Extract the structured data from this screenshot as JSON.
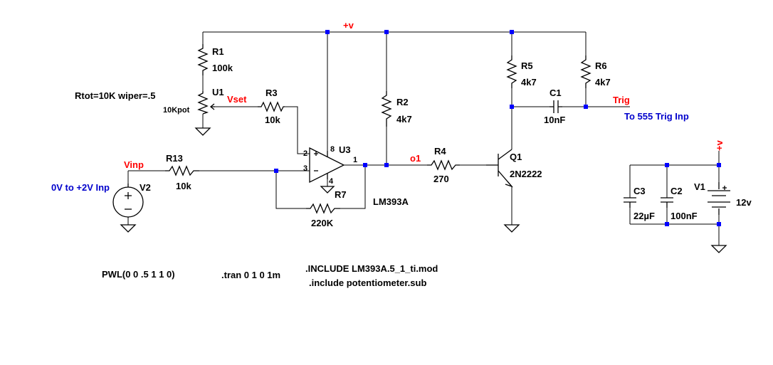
{
  "nets": {
    "vplus_top": "+v",
    "vplus_right": "+v",
    "vset": "Vset",
    "vinp": "Vinp",
    "o1": "o1",
    "trig": "Trig"
  },
  "comments": {
    "input_range": "0V to +2V Inp",
    "trig_dest": "To 555 Trig Inp"
  },
  "components": {
    "R1": {
      "ref": "R1",
      "value": "100k"
    },
    "U1": {
      "ref": "U1",
      "value": "10Kpot",
      "param": "Rtot=10K wiper=.5"
    },
    "R3": {
      "ref": "R3",
      "value": "10k"
    },
    "R2": {
      "ref": "R2",
      "value": "4k7"
    },
    "R5": {
      "ref": "R5",
      "value": "4k7"
    },
    "R6": {
      "ref": "R6",
      "value": "4k7"
    },
    "C1": {
      "ref": "C1",
      "value": "10nF"
    },
    "R4": {
      "ref": "R4",
      "value": "270"
    },
    "Q1": {
      "ref": "Q1",
      "value": "2N2222"
    },
    "U3": {
      "ref": "U3",
      "value": "LM393A",
      "pins": {
        "p2": "2",
        "p3": "3",
        "p8": "8",
        "p4": "4",
        "p1": "1"
      }
    },
    "R7": {
      "ref": "R7"
    },
    "R13": {
      "ref": "R13",
      "value": "10k"
    },
    "V2": {
      "ref": "V2"
    },
    "R_fb": {
      "value": "220K"
    },
    "C3": {
      "ref": "C3",
      "value": "22µF"
    },
    "C2": {
      "ref": "C2",
      "value": "100nF"
    },
    "V1": {
      "ref": "V1",
      "value": "12v"
    }
  },
  "directives": {
    "pwl": "PWL(0 0 .5 1 1 0)",
    "tran": ".tran 0 1 0 1m",
    "include1": ".INCLUDE LM393A.5_1_ti.mod",
    "include2": ".include potentiometer.sub"
  }
}
